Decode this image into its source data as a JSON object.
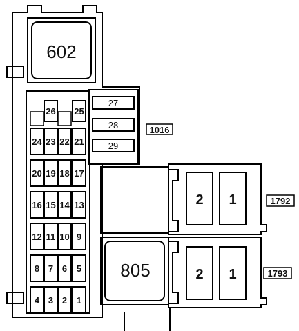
{
  "fuse_box": {
    "main_relay": {
      "label": "602"
    },
    "large_relay": {
      "label": "805"
    },
    "fuses": [
      "1",
      "2",
      "3",
      "4",
      "5",
      "6",
      "7",
      "8",
      "9",
      "10",
      "11",
      "12",
      "13",
      "14",
      "15",
      "16",
      "17",
      "18",
      "19",
      "20",
      "21",
      "22",
      "23",
      "24",
      "25",
      "26"
    ],
    "upper_fuses": [
      "27",
      "28",
      "29"
    ],
    "upper_block_label": "1016",
    "relay_group_1": {
      "label": "1792",
      "slots": [
        "2",
        "1"
      ]
    },
    "relay_group_2": {
      "label": "1793",
      "slots": [
        "2",
        "1"
      ]
    }
  }
}
